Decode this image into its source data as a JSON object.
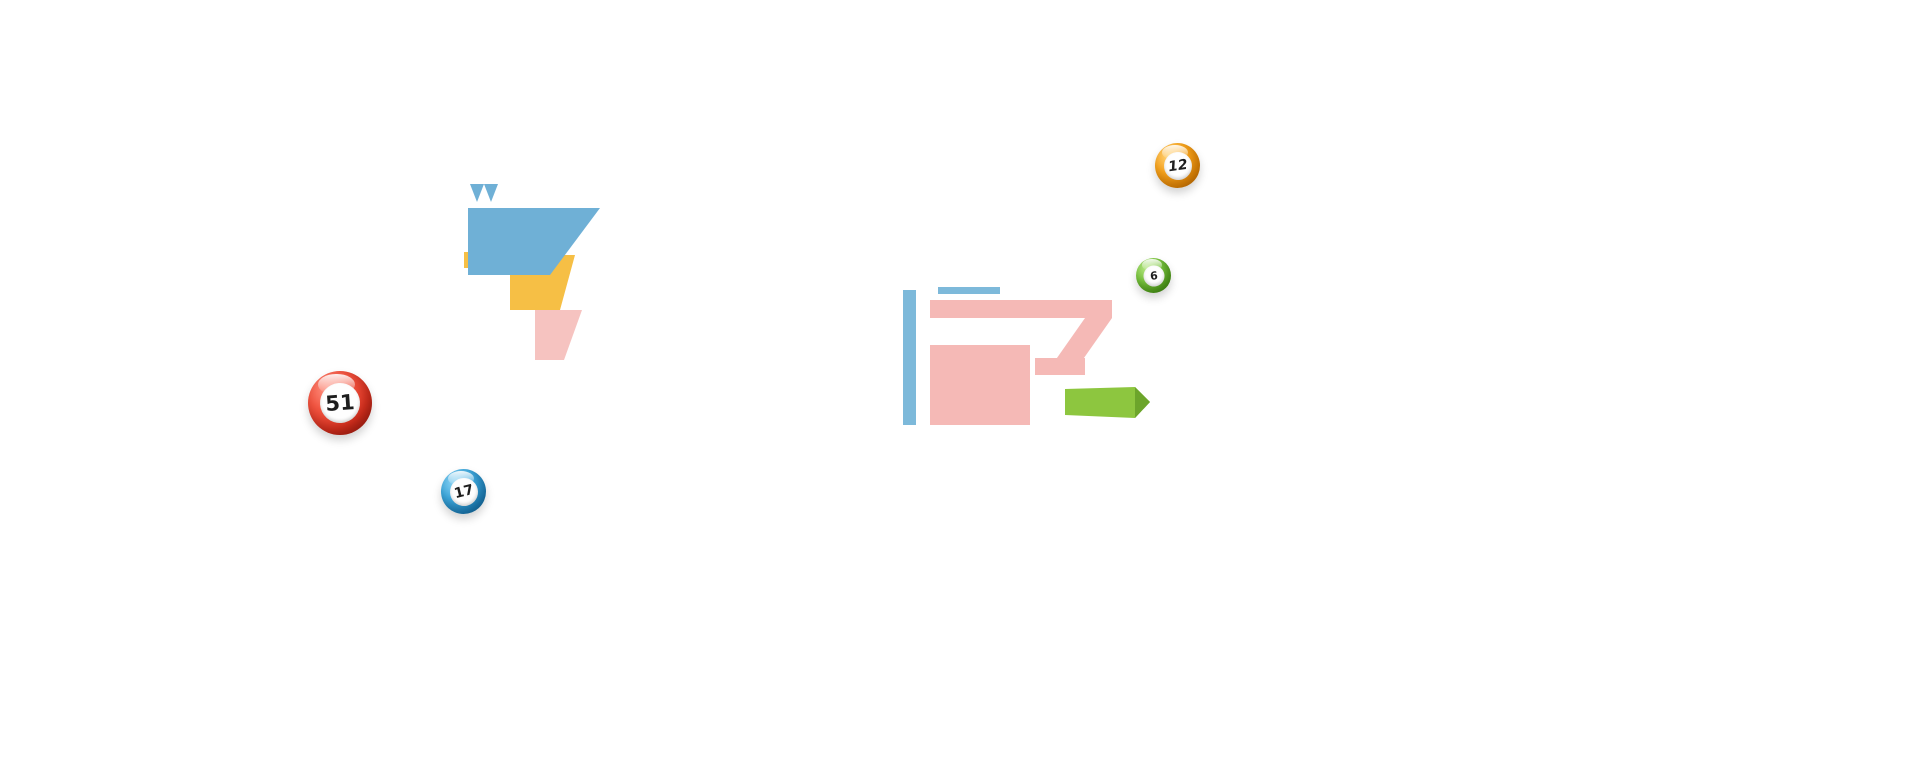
{
  "page": {
    "background": "#ffffff",
    "description": "Mostly blank white page with decorative bingo graphics"
  },
  "balls": [
    {
      "name": "red-ball",
      "number": "51",
      "color": "#da2f1d",
      "color_dark": "#9c130a"
    },
    {
      "name": "blue-ball",
      "number": "17",
      "color": "#1f86c2",
      "color_dark": "#0e5d92"
    },
    {
      "name": "orange-ball",
      "number": "12",
      "color": "#ee8c06",
      "color_dark": "#c46a00"
    },
    {
      "name": "green-ball",
      "number": "6",
      "color": "#57aa1e",
      "color_dark": "#397c0f"
    }
  ],
  "ribbon_illustration": {
    "colors": {
      "blue": "#6fb0d6",
      "yellow": "#f6bf45",
      "pink": "#f6c3c0"
    }
  },
  "numeral_graphic": {
    "colors": {
      "blue": "#7db9da",
      "pink": "#f5b9b6",
      "green": "#8dc63f",
      "green_dark": "#6ca52b"
    }
  }
}
